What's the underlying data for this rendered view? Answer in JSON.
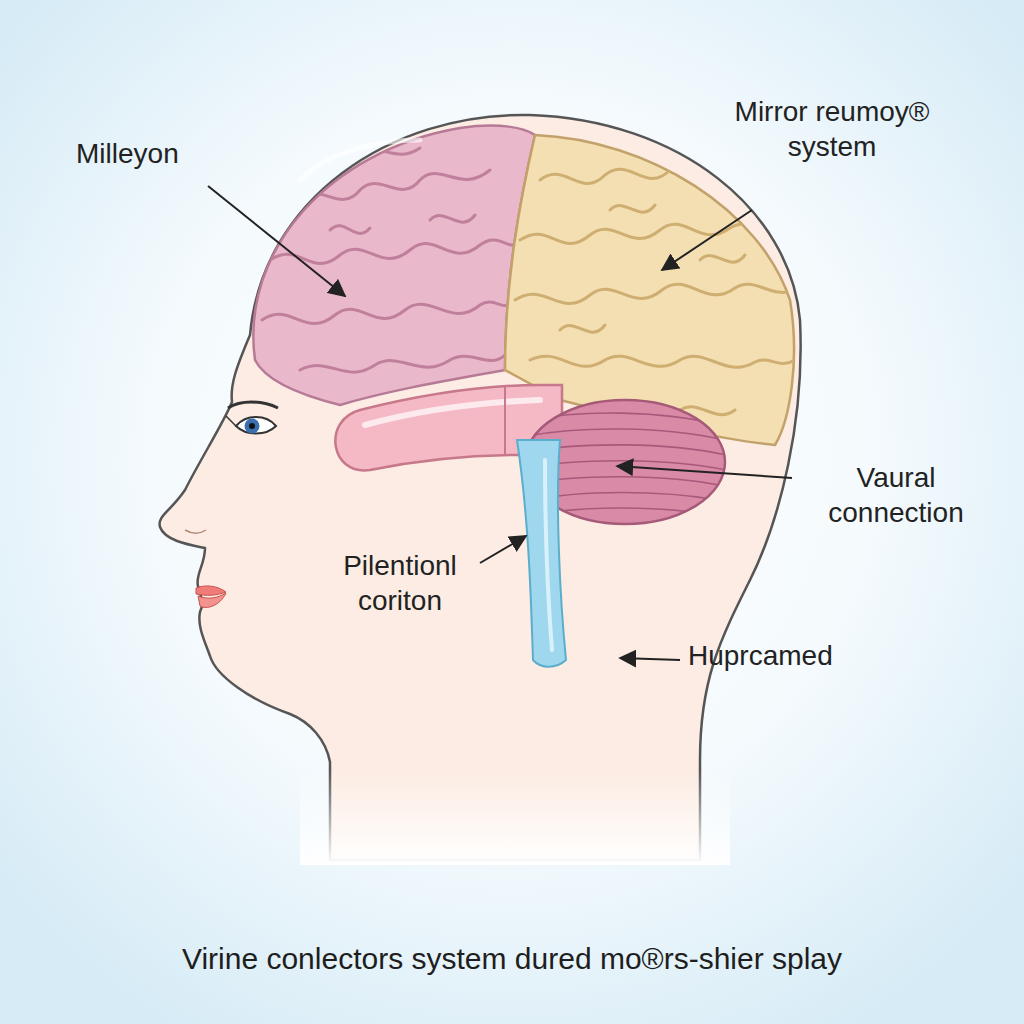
{
  "diagram": {
    "caption": "Virine conlectors system dured mo®rs-shier splay",
    "labels": [
      "Milleyon",
      "Mirror reumoy® system",
      "Vaural connection",
      "Pilentionl coriton",
      "Huprcamed"
    ]
  }
}
